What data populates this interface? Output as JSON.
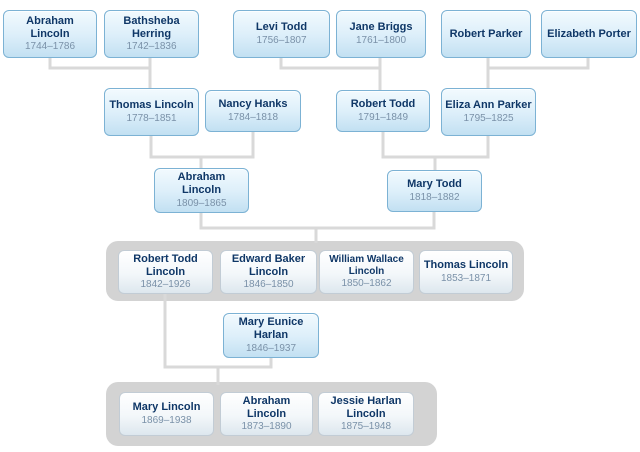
{
  "diagram": {
    "type": "family-tree",
    "colors": {
      "name_text": "#0f3767",
      "dates_text": "#7a91a8",
      "node_border": "#7cb2d4",
      "node_fill_top": "#f2fafe",
      "node_fill_bottom": "#c2e0f2",
      "child_node_border": "#c2ccd5",
      "child_node_fill_top": "#ffffff",
      "child_node_fill_bottom": "#dde7ee",
      "children_group_fill": "#d3d3d3",
      "connector_line": "#d9d9d9"
    }
  },
  "people": {
    "abraham_lincoln_sr": {
      "name": "Abraham Lincoln",
      "dates": "1744–1786"
    },
    "bathsheba_herring": {
      "name": "Bathsheba Herring",
      "dates": "1742–1836"
    },
    "levi_todd": {
      "name": "Levi Todd",
      "dates": "1756–1807"
    },
    "jane_briggs": {
      "name": "Jane Briggs",
      "dates": "1761–1800"
    },
    "robert_parker": {
      "name": "Robert Parker",
      "dates": ""
    },
    "elizabeth_porter": {
      "name": "Elizabeth Porter",
      "dates": ""
    },
    "thomas_lincoln": {
      "name": "Thomas Lincoln",
      "dates": "1778–1851"
    },
    "nancy_hanks": {
      "name": "Nancy Hanks",
      "dates": "1784–1818"
    },
    "robert_todd": {
      "name": "Robert Todd",
      "dates": "1791–1849"
    },
    "eliza_ann_parker": {
      "name": "Eliza Ann Parker",
      "dates": "1795–1825"
    },
    "abraham_lincoln": {
      "name": "Abraham Lincoln",
      "dates": "1809–1865"
    },
    "mary_todd": {
      "name": "Mary Todd",
      "dates": "1818–1882"
    },
    "robert_todd_lincoln": {
      "name": "Robert Todd Lincoln",
      "dates": "1842–1926"
    },
    "edward_baker_lincoln": {
      "name": "Edward Baker Lincoln",
      "dates": "1846–1850"
    },
    "william_wallace_lincoln": {
      "name": "William Wallace Lincoln",
      "dates": "1850–1862"
    },
    "thomas_lincoln_jr": {
      "name": "Thomas Lincoln",
      "dates": "1853–1871"
    },
    "mary_eunice_harlan": {
      "name": "Mary Eunice Harlan",
      "dates": "1846–1937"
    },
    "mary_lincoln": {
      "name": "Mary Lincoln",
      "dates": "1869–1938"
    },
    "abraham_lincoln_ii": {
      "name": "Abraham Lincoln",
      "dates": "1873–1890"
    },
    "jessie_harlan_lincoln": {
      "name": "Jessie Harlan Lincoln",
      "dates": "1875–1948"
    }
  }
}
